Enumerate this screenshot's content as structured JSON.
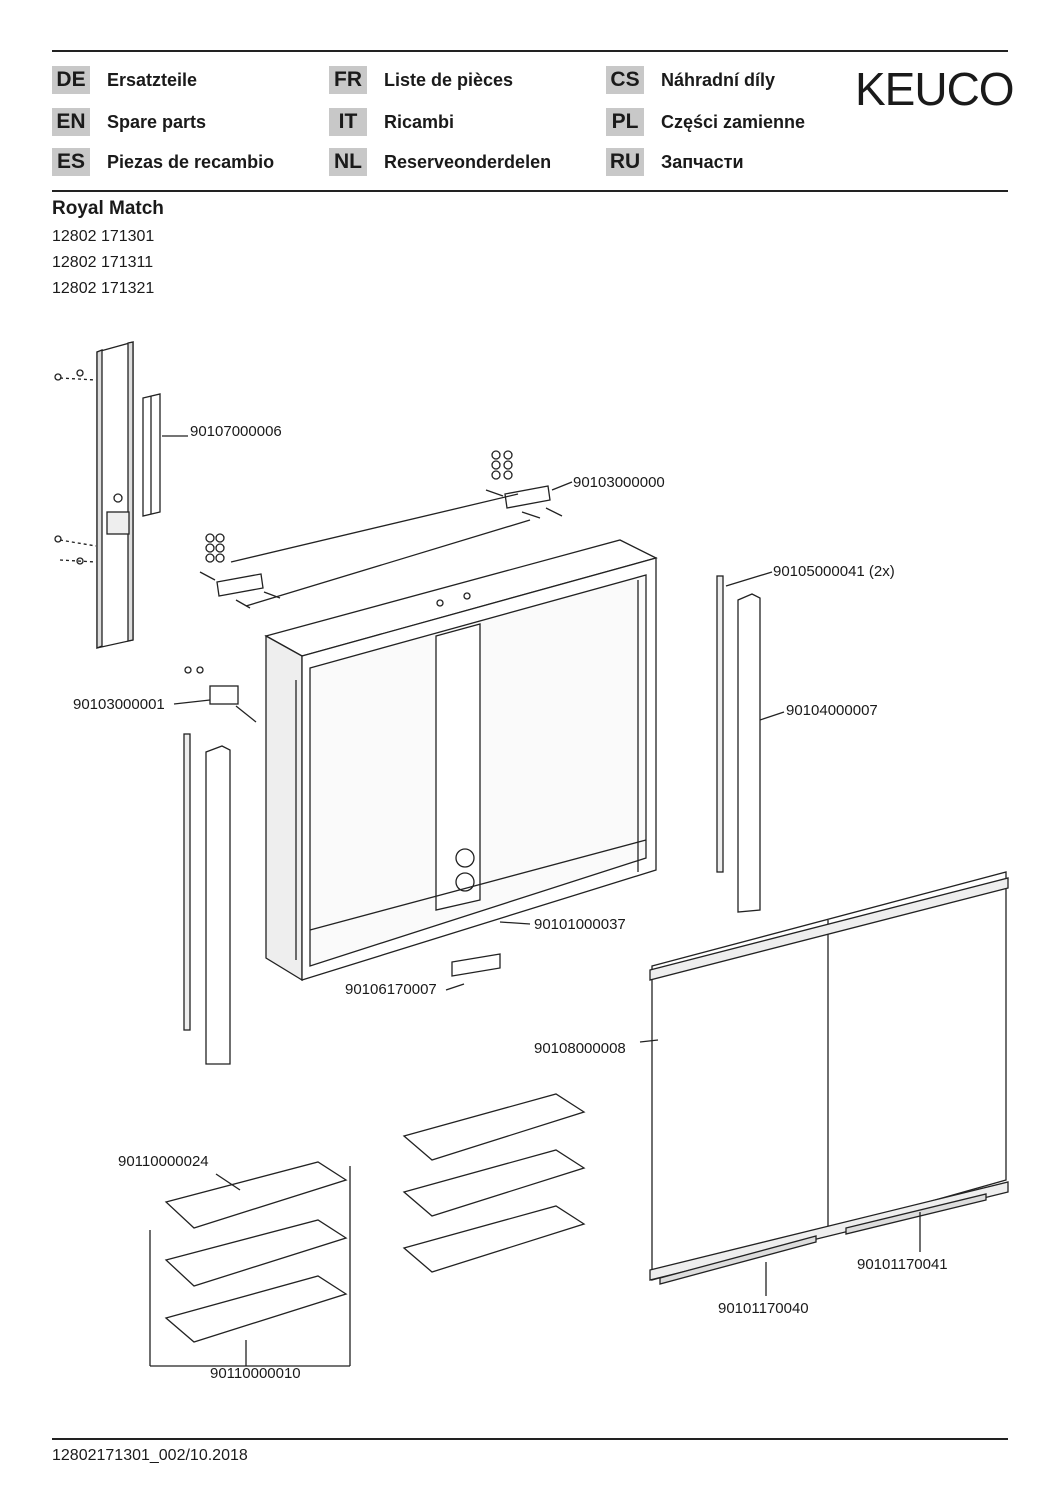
{
  "brand": "KEUCO",
  "languages": [
    {
      "code": "DE",
      "name": "Ersatzteile"
    },
    {
      "code": "EN",
      "name": "Spare parts"
    },
    {
      "code": "ES",
      "name": "Piezas de recambio"
    },
    {
      "code": "FR",
      "name": "Liste de pièces"
    },
    {
      "code": "IT",
      "name": "Ricambi"
    },
    {
      "code": "NL",
      "name": "Reserveonderdelen"
    },
    {
      "code": "CS",
      "name": "Náhradní díly"
    },
    {
      "code": "PL",
      "name": "Części zamienne"
    },
    {
      "code": "RU",
      "name": "Запчасти"
    }
  ],
  "product": {
    "title": "Royal Match",
    "articles": [
      "12802 171301",
      "12802 171311",
      "12802 171321"
    ]
  },
  "parts": {
    "p90107000006": "90107000006",
    "p90103000000": "90103000000",
    "p90105000041": "90105000041 (2x)",
    "p90103000001": "90103000001",
    "p90104000007": "90104000007",
    "p90101000037": "90101000037",
    "p90106170007": "90106170007",
    "p90108000008": "90108000008",
    "p90110000024": "90110000024",
    "p90101170041": "90101170041",
    "p90101170040": "90101170040",
    "p90110000010": "90110000010"
  },
  "footer": "12802171301_002/10.2018"
}
